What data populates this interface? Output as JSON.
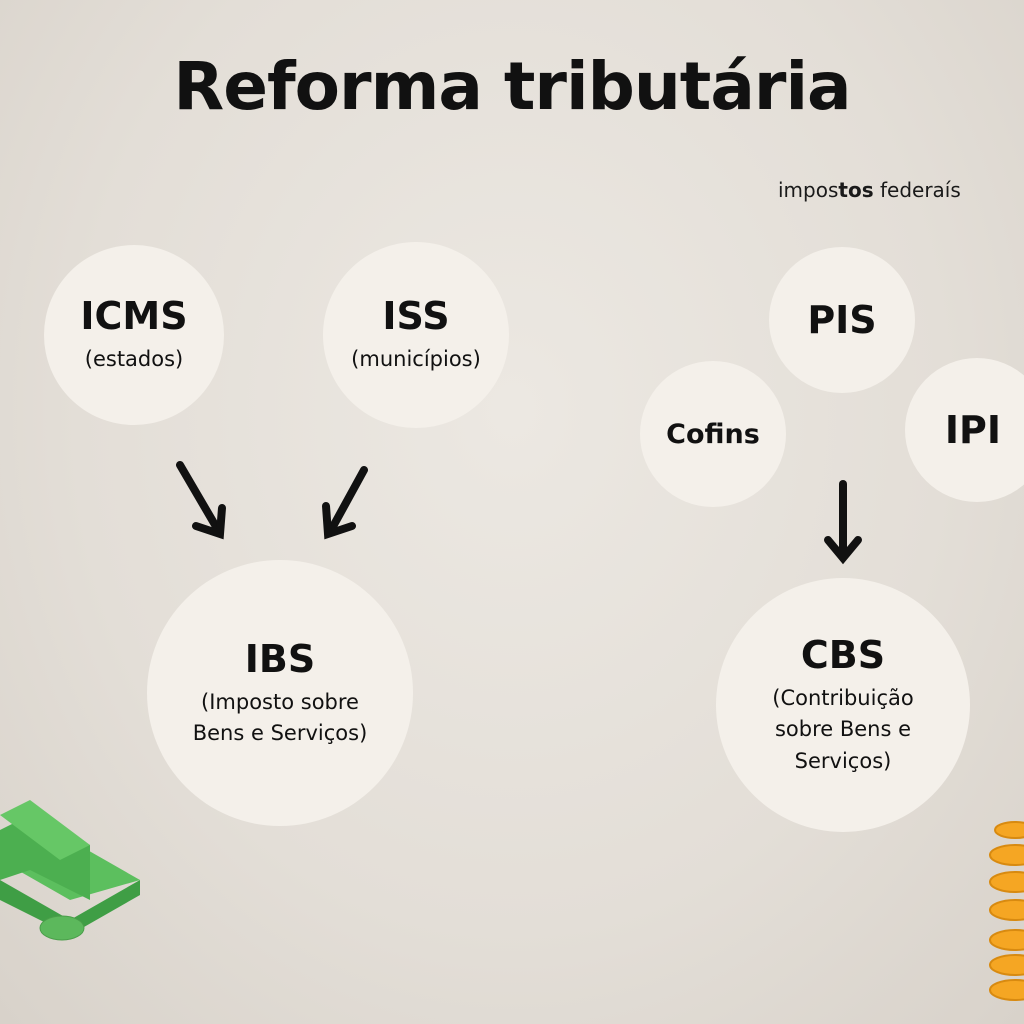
{
  "title": "Reforma tributária",
  "federal_label": {
    "part1": "impos",
    "part2": "tos",
    "part3": "federaís"
  },
  "nodes": {
    "icms": {
      "name": "ICMS",
      "desc": "(estados)"
    },
    "iss": {
      "name": "ISS",
      "desc": "(municípios)"
    },
    "ibs": {
      "name": "IBS",
      "desc": "(Imposto sobre Bens e Serviços)"
    },
    "pis": {
      "name": "PIS"
    },
    "cofins": {
      "name": "Cofins"
    },
    "ipi": {
      "name": "IPI"
    },
    "cbs": {
      "name": "CBS",
      "desc": "(Contribuição sobre Bens e Serviços)"
    }
  },
  "colors": {
    "circle": "#f4f0ea",
    "money": "#4caf50",
    "coins": "#f5a623"
  }
}
